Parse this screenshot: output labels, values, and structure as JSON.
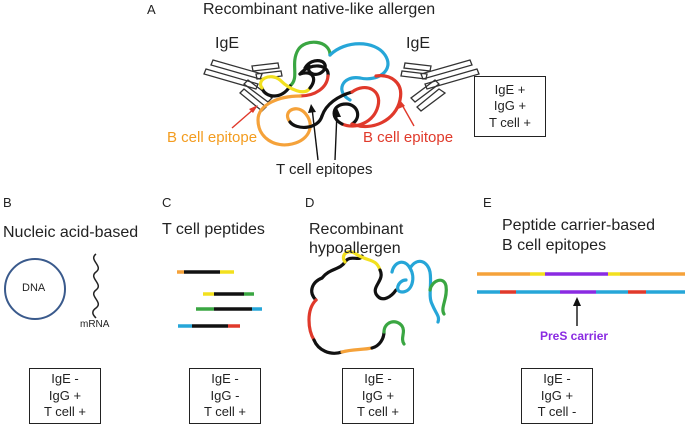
{
  "panel_a": {
    "letter": "A",
    "title": "Recombinant native-like allergen",
    "ige_left": "IgE",
    "ige_right": "IgE",
    "b_epitope_left": "B cell epitope",
    "b_epitope_right": "B cell epitope",
    "t_epitopes": "T cell epitopes",
    "box": [
      "IgE +",
      "IgG +",
      "T cell +"
    ]
  },
  "panel_b": {
    "letter": "B",
    "title": "Nucleic acid-based",
    "dna": "DNA",
    "mrna": "mRNA",
    "box": [
      "IgE -",
      "IgG +",
      "T cell +"
    ]
  },
  "panel_c": {
    "letter": "C",
    "title": "T cell peptides",
    "box": [
      "IgE -",
      "IgG -",
      "T cell +"
    ]
  },
  "panel_d": {
    "letter": "D",
    "title_line1": "Recombinant",
    "title_line2": "hypoallergen",
    "box": [
      "IgE -",
      "IgG +",
      "T cell +"
    ]
  },
  "panel_e": {
    "letter": "E",
    "title_line1": "Peptide carrier-based",
    "title_line2": "B cell epitopes",
    "carrier": "PreS carrier",
    "box": [
      "IgE -",
      "IgG +",
      "T cell -"
    ]
  },
  "colors": {
    "orange": "#f5a23a",
    "yellow": "#f2e01e",
    "green": "#3aa642",
    "blue": "#26a6d8",
    "red": "#e0392b",
    "black": "#111111",
    "purple": "#8a2be2",
    "dna_circle": "#3a5a8c",
    "arrow_red": "#e0392b",
    "label_orange": "#f39c1f",
    "label_red": "#e03a2b"
  }
}
